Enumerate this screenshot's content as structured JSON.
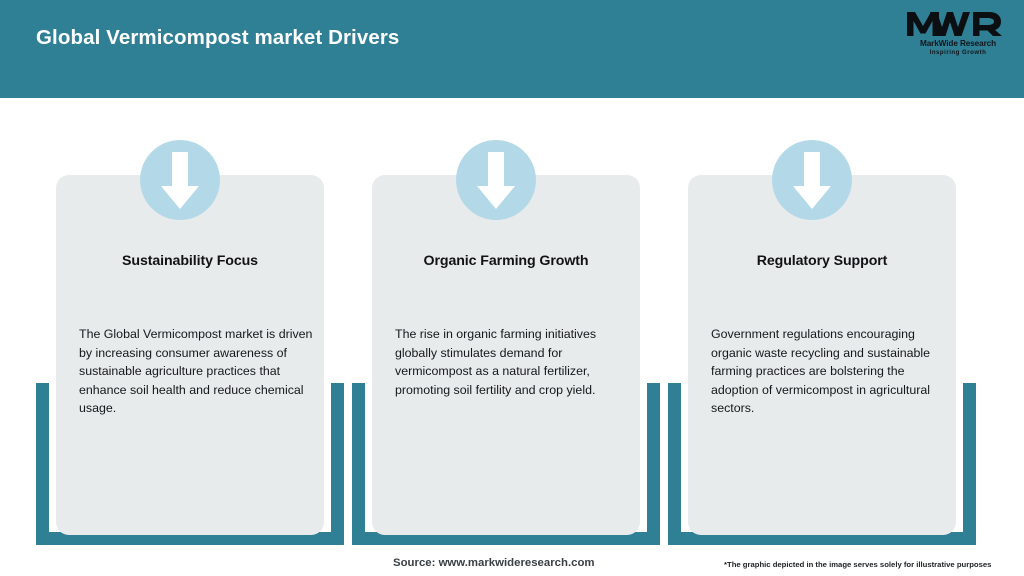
{
  "header": {
    "title": "Global Vermicompost market Drivers",
    "background_color": "#2f7f95",
    "title_color": "#ffffff"
  },
  "logo": {
    "mark": "MWR",
    "name": "MarkWide Research",
    "tagline": "Inspiring Growth"
  },
  "cards": [
    {
      "icon": "down-arrow-icon",
      "title": "Sustainability Focus",
      "body": "The Global Vermicompost market is driven by increasing consumer awareness of sustainable agriculture practices that enhance soil health and reduce chemical usage."
    },
    {
      "icon": "down-arrow-icon",
      "title": "Organic Farming Growth",
      "body": "The rise in organic farming initiatives globally stimulates demand for vermicompost as a natural fertilizer, promoting soil fertility and crop yield."
    },
    {
      "icon": "down-arrow-icon",
      "title": "Regulatory Support",
      "body": "Government regulations encouraging organic waste recycling and sustainable farming practices are bolstering the adoption of vermicompost in agricultural sectors."
    }
  ],
  "footer": {
    "source": "Source: www.markwideresearch.com",
    "disclaimer": "*The graphic depicted in the image serves solely for illustrative purposes"
  },
  "colors": {
    "teal": "#2f7f95",
    "card_gray": "#e8ebec",
    "circle_blue": "#b3d9e8",
    "arrow_white": "#ffffff"
  }
}
